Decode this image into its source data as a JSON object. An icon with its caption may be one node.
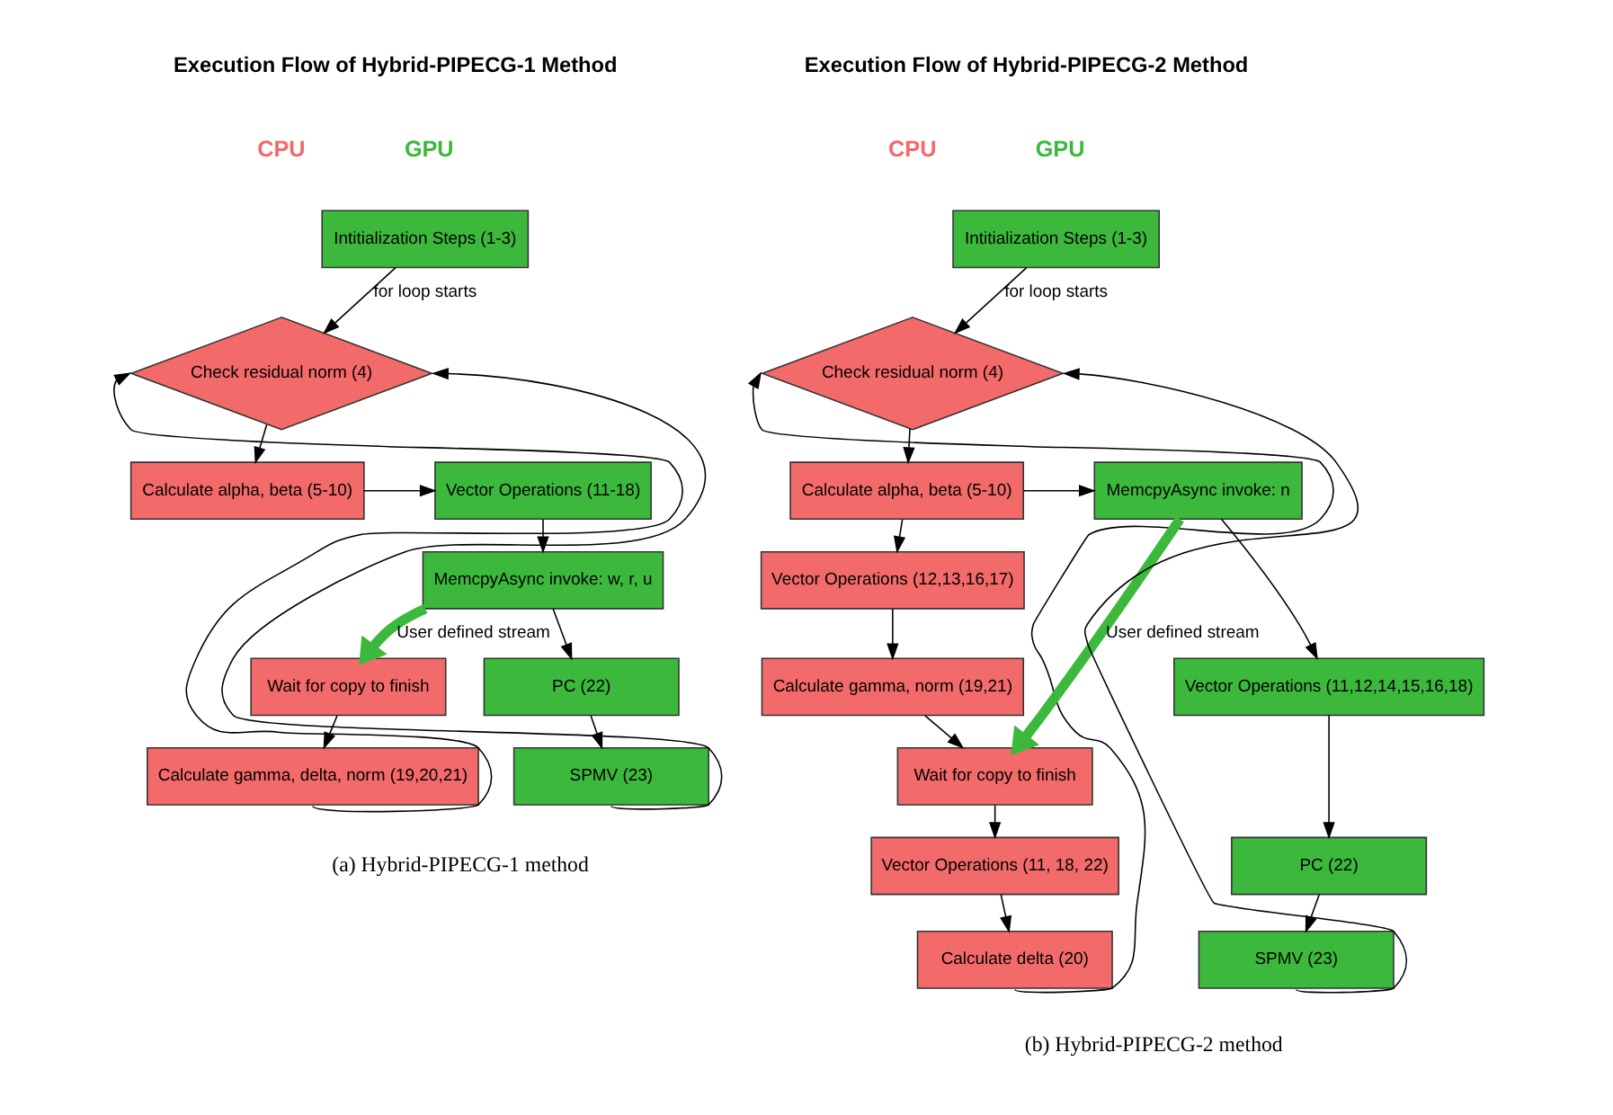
{
  "diagram": {
    "nodes": [
      {
        "text": [
          "Intitialization Steps (1-3)"
        ]
      },
      {
        "text": [
          "Check residual norm (4)"
        ]
      },
      {
        "text": [
          "Calculate alpha, beta (5-10)"
        ]
      },
      {
        "text": [
          "Vector Operations (11-18)"
        ]
      },
      {
        "text": [
          "MemcpyAsync invoke: w, r, u"
        ]
      },
      {
        "text": [
          "Wait for copy to finish"
        ]
      },
      {
        "text": [
          "Calculate gamma, delta, norm (19,20,21)"
        ]
      },
      {
        "text": [
          "PC (22)"
        ]
      },
      {
        "text": [
          "SPMV (23)"
        ]
      },
      {
        "text": [
          "Intitialization Steps (1-3)"
        ]
      },
      {
        "text": [
          "Check residual norm (4)"
        ]
      },
      {
        "text": [
          "Calculate alpha, beta (5-10)"
        ]
      },
      {
        "text": [
          "Vector Operations (12,13,16,17)"
        ]
      },
      {
        "text": [
          "Calculate gamma, norm (19,21)"
        ]
      },
      {
        "text": [
          "Wait for copy to finish"
        ]
      },
      {
        "text": [
          "Vector Operations (11, 18, 22)"
        ]
      },
      {
        "text": [
          "Calculate delta (20)"
        ]
      },
      {
        "text": [
          "MemcpyAsync invoke: n"
        ]
      },
      {
        "text": [
          "Vector Operations (11,12,14,15,16,18)"
        ]
      },
      {
        "text": [
          "PC (22)"
        ]
      },
      {
        "text": [
          "SPMV (23)"
        ]
      }
    ],
    "edges": [
      {
        "from": 0,
        "to": 1,
        "arrow": "to",
        "label": "for loop starts"
      },
      {
        "from": 1,
        "to": 2,
        "arrow": "to"
      },
      {
        "from": 2,
        "to": 3,
        "arrow": "to"
      },
      {
        "from": 3,
        "to": 4,
        "arrow": "to"
      },
      {
        "from": 4,
        "to": 5,
        "arrow": "to",
        "label": "User defined stream",
        "style": "thick",
        "color": "#3cb93c"
      },
      {
        "from": 5,
        "to": 6,
        "arrow": "to"
      },
      {
        "from": 4,
        "to": 7,
        "arrow": "to"
      },
      {
        "from": 7,
        "to": 8,
        "arrow": "to"
      },
      {
        "from": 6,
        "to": 1,
        "arrow": "to"
      },
      {
        "from": 8,
        "to": 1,
        "arrow": "to"
      },
      {
        "from": 9,
        "to": 10,
        "arrow": "to",
        "label": "for loop starts"
      },
      {
        "from": 10,
        "to": 11,
        "arrow": "to"
      },
      {
        "from": 11,
        "to": 17,
        "arrow": "to"
      },
      {
        "from": 11,
        "to": 12,
        "arrow": "to"
      },
      {
        "from": 12,
        "to": 13,
        "arrow": "to"
      },
      {
        "from": 13,
        "to": 14,
        "arrow": "to"
      },
      {
        "from": 17,
        "to": 14,
        "arrow": "to",
        "label": "User defined stream",
        "style": "thick",
        "color": "#3cb93c"
      },
      {
        "from": 14,
        "to": 15,
        "arrow": "to"
      },
      {
        "from": 15,
        "to": 16,
        "arrow": "to"
      },
      {
        "from": 17,
        "to": 18,
        "arrow": "to"
      },
      {
        "from": 18,
        "to": 19,
        "arrow": "to"
      },
      {
        "from": 19,
        "to": 20,
        "arrow": "to"
      },
      {
        "from": 16,
        "to": 10,
        "arrow": "to"
      },
      {
        "from": 20,
        "to": 10,
        "arrow": "to"
      }
    ],
    "labels": [
      "Execution Flow of Hybrid-PIPECG-2 Method",
      "CPU",
      "GPU",
      "Execution Flow of Hybrid-PIPECG-1 Method",
      "CPU",
      "GPU",
      "(a) Hybrid-PIPECG-1 method",
      "(b) Hybrid-PIPECG-2 method"
    ]
  }
}
